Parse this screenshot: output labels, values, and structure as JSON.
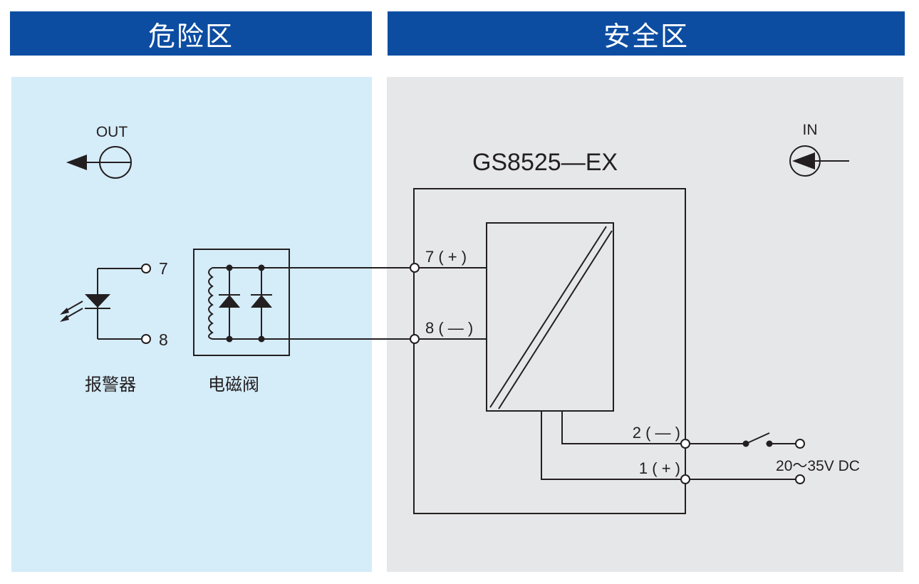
{
  "zones": {
    "hazard_title": "危险区",
    "safe_title": "安全区"
  },
  "out_label": "OUT",
  "in_label": "IN",
  "device": {
    "model": "GS8525—EX",
    "terminal_7": "7 ( + )",
    "terminal_8": "8 ( — )",
    "terminal_2": "2 ( — )",
    "terminal_1": "1 ( + )"
  },
  "field_terminals": {
    "t7": "7",
    "t8": "8"
  },
  "alarm_label": "报警器",
  "valve_label": "电磁阀",
  "power_supply": "20～35V  DC",
  "colors": {
    "header_bg": "#0c4da2",
    "hazard_bg": "#d5ecf9",
    "safe_bg": "#e6e7e8",
    "line": "#231f20"
  }
}
